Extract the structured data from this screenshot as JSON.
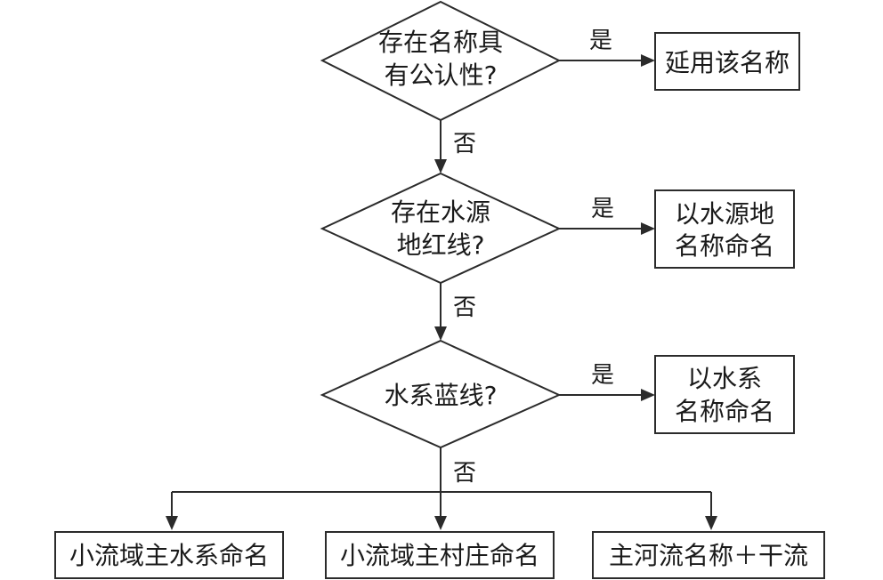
{
  "decisions": [
    {
      "line1": "存在名称具",
      "line2": "有公认性?"
    },
    {
      "line1": "存在水源",
      "line2": "地红线?"
    },
    {
      "line1": "水系蓝线?"
    }
  ],
  "outcomes": [
    {
      "line1": "延用该名称"
    },
    {
      "line1": "以水源地",
      "line2": "名称命名"
    },
    {
      "line1": "以水系",
      "line2": "名称命名"
    }
  ],
  "final_outcomes": [
    {
      "label": "小流域主水系命名"
    },
    {
      "label": "小流域主村庄命名"
    },
    {
      "label": "主河流名称＋干流"
    }
  ],
  "edge_labels": {
    "yes": "是",
    "no": "否"
  }
}
